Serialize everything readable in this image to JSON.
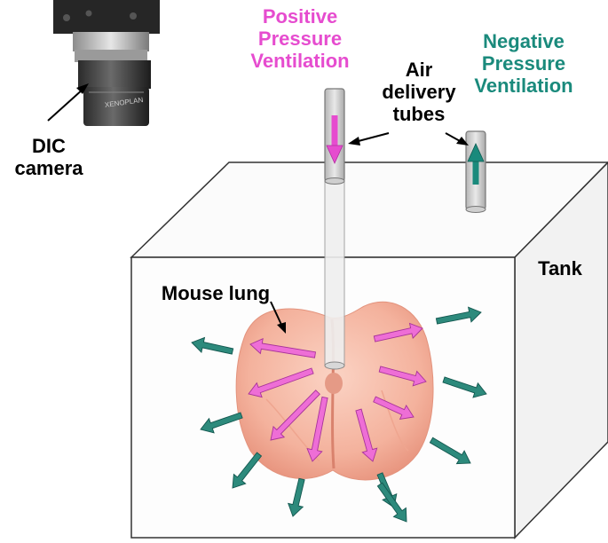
{
  "labels": {
    "camera": [
      "DIC",
      "camera"
    ],
    "positive": [
      "Positive",
      "Pressure",
      "Ventilation"
    ],
    "negative": [
      "Negative",
      "Pressure",
      "Ventilation"
    ],
    "tubes": [
      "Air",
      "delivery",
      "tubes"
    ],
    "tank": "Tank",
    "lung": "Mouse lung",
    "lens_marking": "XENOPLAN"
  },
  "colors": {
    "positive": "#e64ccf",
    "negative": "#1a8a7c",
    "text": "#000000",
    "tank_edge": "#333333",
    "lung": "#f5b8a4",
    "arrow_pink": "#ee6ed6",
    "arrow_teal": "#2d8a7c"
  },
  "icons": {
    "camera": "camera-icon",
    "lung": "lung-shape",
    "tank": "tank-box"
  }
}
